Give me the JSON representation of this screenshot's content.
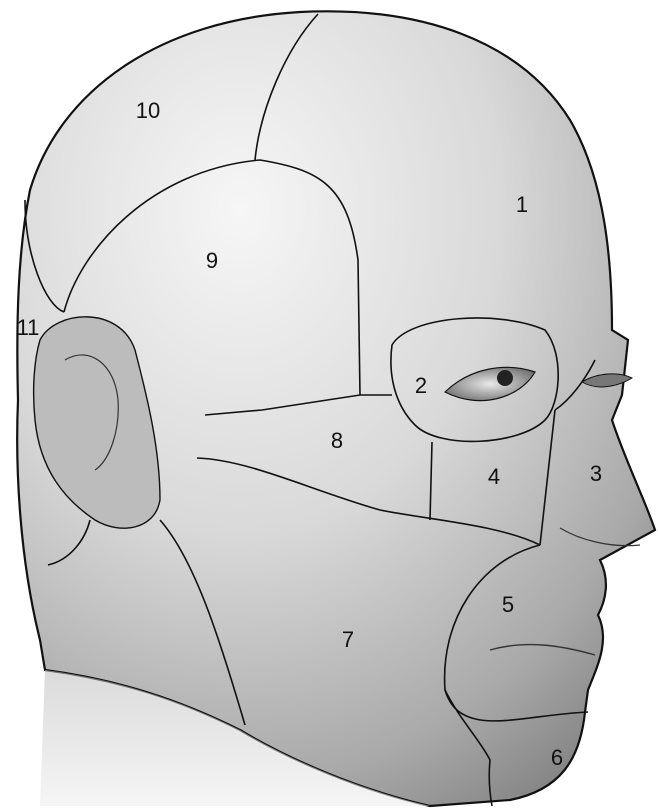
{
  "diagram": {
    "regions": [
      {
        "id": "1",
        "label": "1"
      },
      {
        "id": "2",
        "label": "2"
      },
      {
        "id": "3",
        "label": "3"
      },
      {
        "id": "4",
        "label": "4"
      },
      {
        "id": "5",
        "label": "5"
      },
      {
        "id": "6",
        "label": "6"
      },
      {
        "id": "7",
        "label": "7"
      },
      {
        "id": "8",
        "label": "8"
      },
      {
        "id": "9",
        "label": "9"
      },
      {
        "id": "10",
        "label": "10"
      },
      {
        "id": "11",
        "label": "11"
      }
    ],
    "colors": {
      "line": "#111111",
      "skin_light": "#f4f4f4",
      "skin_dark": "#8a8a8a",
      "background": "#ffffff"
    }
  }
}
